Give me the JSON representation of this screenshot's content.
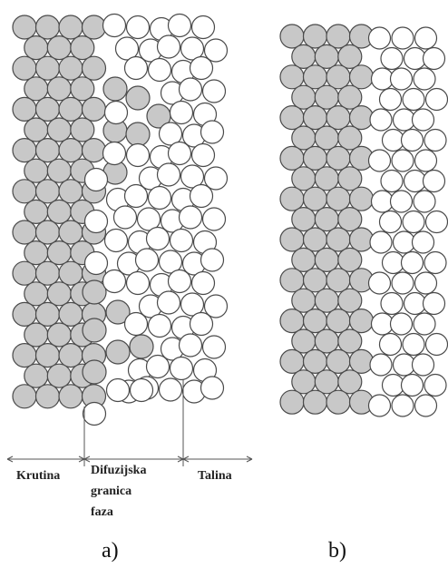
{
  "diagram": {
    "labels": {
      "solid": "Krutina",
      "interface_line1": "Difuzijska",
      "interface_line2": "granica",
      "interface_line3": "faza",
      "melt": "Talina"
    },
    "captions": {
      "a": "a)",
      "b": "b)"
    },
    "colors": {
      "solid_fill": "#c8c8c8",
      "liquid_fill": "#ffffff",
      "stroke": "#4a4a4a",
      "line": "#555555"
    }
  }
}
